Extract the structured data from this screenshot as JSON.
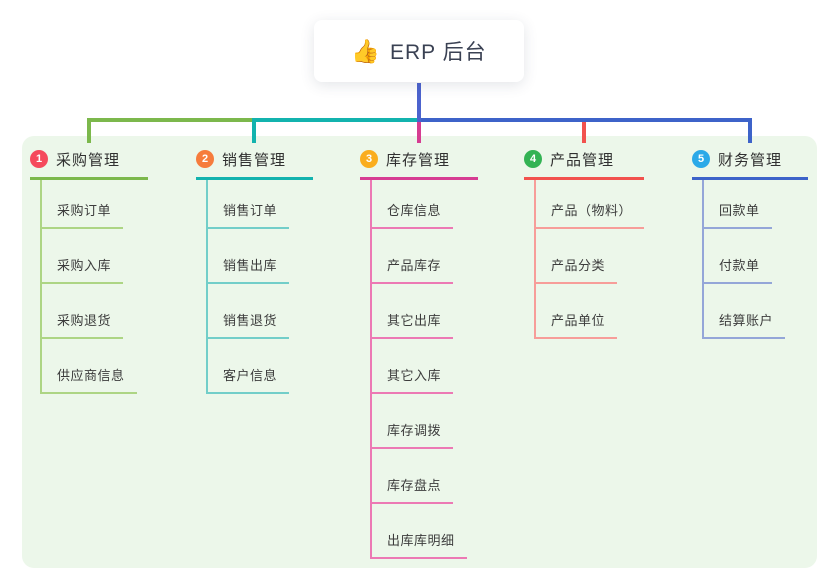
{
  "root": {
    "icon": "👍",
    "label": "ERP 后台"
  },
  "branches": [
    {
      "badge": "1",
      "title": "采购管理",
      "children": [
        "采购订单",
        "采购入库",
        "采购退货",
        "供应商信息"
      ],
      "colors": {
        "badge": "#F5495C",
        "line": "#7CB84C",
        "light": "#ADD584"
      }
    },
    {
      "badge": "2",
      "title": "销售管理",
      "children": [
        "销售订单",
        "销售出库",
        "销售退货",
        "客户信息"
      ],
      "colors": {
        "badge": "#F67C3C",
        "line": "#13B3AE",
        "light": "#72CEC9"
      }
    },
    {
      "badge": "3",
      "title": "库存管理",
      "children": [
        "仓库信息",
        "产品库存",
        "其它出库",
        "其它入库",
        "库存调拨",
        "库存盘点",
        "出库库明细"
      ],
      "colors": {
        "badge": "#FAAD1E",
        "line": "#D63D92",
        "light": "#EC79B4"
      }
    },
    {
      "badge": "4",
      "title": "产品管理",
      "children": [
        "产品（物料）",
        "产品分类",
        "产品单位"
      ],
      "colors": {
        "badge": "#33B354",
        "line": "#F2524E",
        "light": "#F79D99"
      }
    },
    {
      "badge": "5",
      "title": "财务管理",
      "children": [
        "回款单",
        "付款单",
        "结算账户"
      ],
      "colors": {
        "badge": "#2BA9E8",
        "line": "#3D63C9",
        "light": "#94A6D8"
      }
    }
  ],
  "theme": {
    "panel_bg": "#ECF7EA",
    "root_line": "#4C63CE",
    "text": "#333333"
  }
}
